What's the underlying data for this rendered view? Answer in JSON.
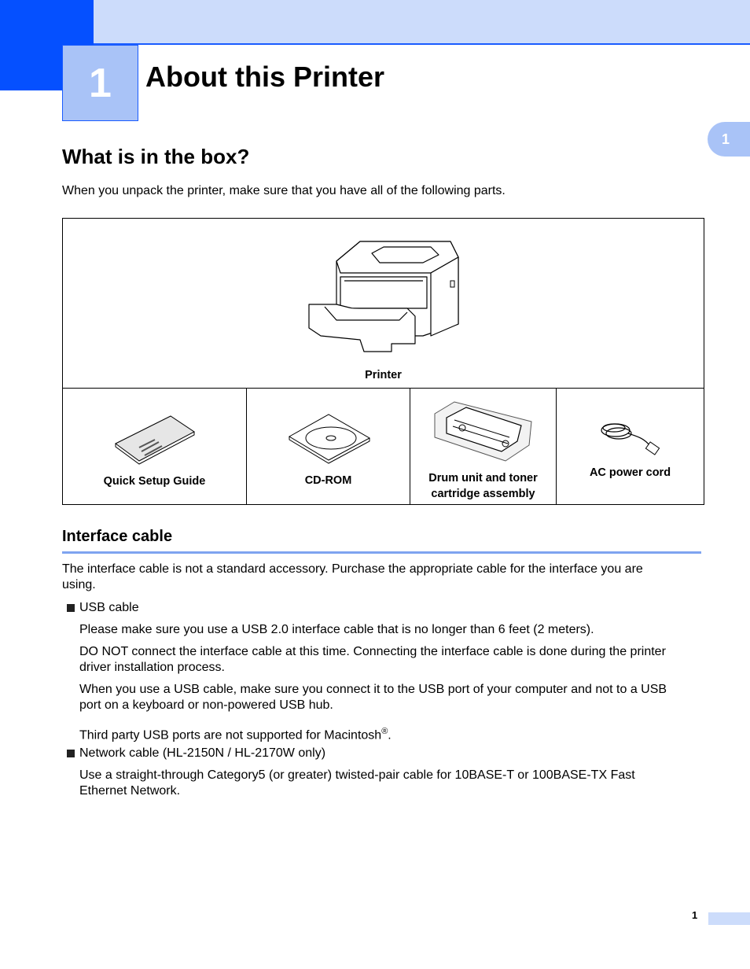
{
  "chapter": {
    "number": "1",
    "title": "About this Printer",
    "side_tab": "1"
  },
  "section": {
    "title": "What is in the box?",
    "intro": "When you unpack the printer, make sure that you have all of the following parts."
  },
  "parts": {
    "printer": "Printer",
    "quick_setup_guide": "Quick Setup Guide",
    "cd_rom": "CD-ROM",
    "drum_line1": "Drum unit and toner",
    "drum_line2": "cartridge assembly",
    "ac_power_cord": "AC power cord"
  },
  "interface": {
    "title": "Interface cable",
    "intro_line1": "The interface cable is not a standard accessory. Purchase the appropriate cable for the interface you are",
    "intro_line2": "using.",
    "usb": {
      "label": "USB cable",
      "p1": "Please make sure you use a USB 2.0 interface cable that is no longer than 6 feet (2 meters).",
      "p2_line1": "DO NOT connect the interface cable at this time. Connecting the interface cable is done during the printer",
      "p2_line2": "driver installation process.",
      "p3_line1": "When you use a USB cable, make sure you connect it to the USB port of your computer and not to a USB",
      "p3_line2": "port on a keyboard or non-powered USB hub.",
      "p4_text": "Third party USB ports are not supported for Macintosh",
      "p4_mark": "®",
      "p4_end": "."
    },
    "network": {
      "label": "Network cable (HL-2150N / HL-2170W only)",
      "p1_line1": "Use a straight-through Category5 (or greater) twisted-pair cable for 10BASE-T or 100BASE-TX Fast",
      "p1_line2": "Ethernet Network."
    }
  },
  "footer": {
    "page_number": "1"
  }
}
